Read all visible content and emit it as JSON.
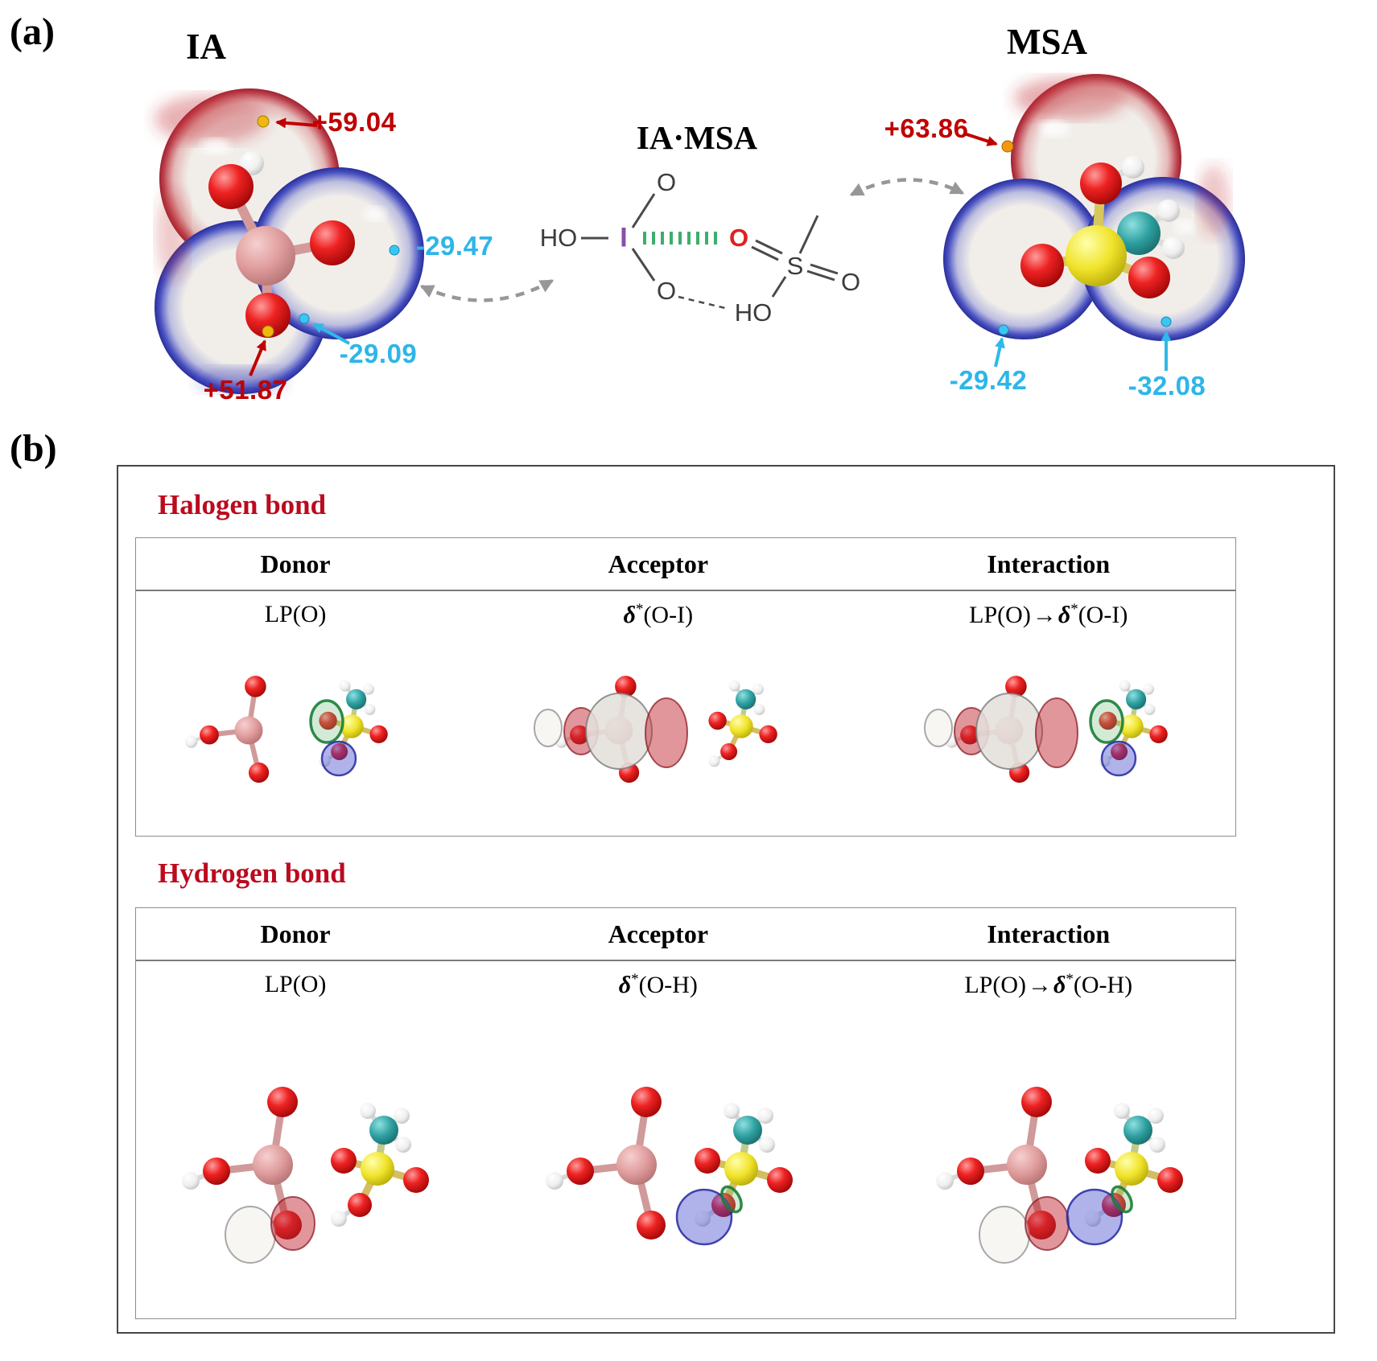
{
  "figure": {
    "panel_a_label": "(a)",
    "panel_b_label": "(b)"
  },
  "panel_a": {
    "ia_title": "IA",
    "msa_title": "MSA",
    "complex_title": "IA·MSA",
    "ia_esp": {
      "max_top": "+59.04",
      "min_right": "-29.47",
      "min_bottom": "-29.09",
      "max_bottom": "+51.87"
    },
    "msa_esp": {
      "max_top": "+63.86",
      "min_left": "-29.42",
      "min_right": "-32.08"
    },
    "structure": {
      "ho_left": "HO",
      "iodine": "I",
      "o_top": "O",
      "o_bottom": "O",
      "o_bridge": "O",
      "sulfur": "S",
      "o_right": "O",
      "ho_right": "HO"
    },
    "colors": {
      "positive_annotation": "#c00000",
      "negative_annotation": "#2db6e8",
      "iodine_label": "#8a4fa8",
      "bridge_oxygen_label": "#e02020",
      "halogen_bond_ticks": "#3dae6b"
    }
  },
  "panel_b": {
    "heading_color": "#bb0a1e",
    "halogen": {
      "heading": "Halogen bond",
      "col_donor": "Donor",
      "col_acceptor": "Acceptor",
      "col_interaction": "Interaction",
      "donor_orbital": "LP(O)",
      "acceptor_delta": "δ",
      "acceptor_star": "*",
      "acceptor_bond": "(O-I)",
      "interaction_pre": "LP(O)",
      "interaction_arrow": "→",
      "interaction_delta": "δ",
      "interaction_star": "*",
      "interaction_bond": "(O-I)"
    },
    "hydrogen": {
      "heading": "Hydrogen bond",
      "col_donor": "Donor",
      "col_acceptor": "Acceptor",
      "col_interaction": "Interaction",
      "donor_orbital": "LP(O)",
      "acceptor_delta": "δ",
      "acceptor_star": "*",
      "acceptor_bond": "(O-H)",
      "interaction_pre": "LP(O)",
      "interaction_arrow": "→",
      "interaction_delta": "δ",
      "interaction_star": "*",
      "interaction_bond": "(O-H)"
    }
  }
}
